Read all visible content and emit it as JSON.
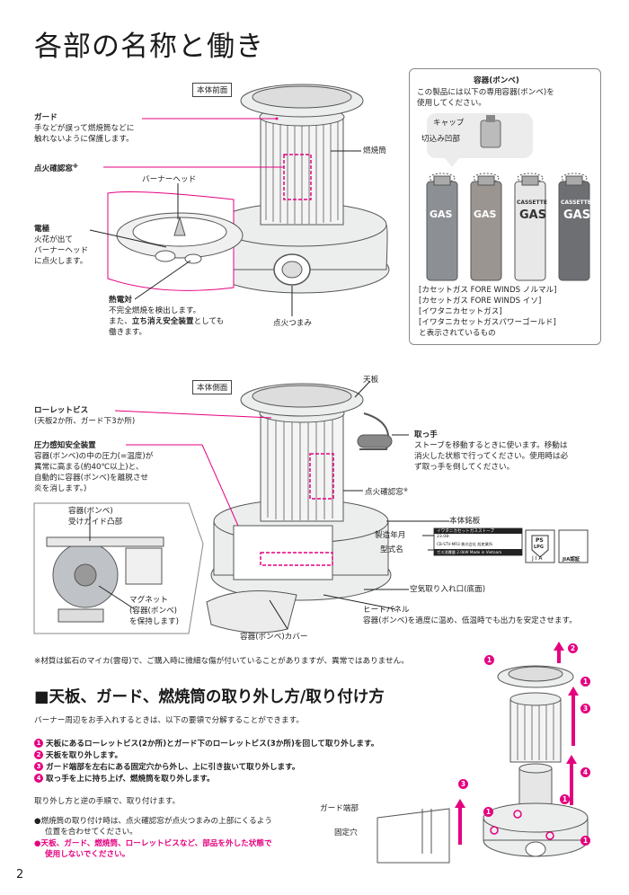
{
  "page": {
    "title": "各部の名称と働き",
    "page_number": "2"
  },
  "front": {
    "box_label": "本体前面",
    "guard_title": "ガード",
    "guard_desc1": "手などが誤って燃焼筒などに",
    "guard_desc2": "触れないように保護します。",
    "ignition_window": "点火確認窓",
    "asterisk": "※",
    "burner_head": "バーナーヘッド",
    "electrode_title": "電極",
    "electrode_desc1": "火花が出て",
    "electrode_desc2": "バーナーヘッド",
    "electrode_desc3": "に点火します。",
    "thermo_title": "熱電対",
    "thermo_desc1": "不完全燃焼を検出します。",
    "thermo_desc2a": "また、",
    "thermo_desc2b": "立ち消え安全装置",
    "thermo_desc2c": "としても",
    "thermo_desc3": "働きます。",
    "combustion_tube": "燃焼筒",
    "ignition_knob": "点火つまみ"
  },
  "canister": {
    "title": "容器(ボンベ)",
    "desc1": "この製品には以下の専用容器(ボンベ)を",
    "desc2": "使用してください。",
    "cap": "キャップ",
    "notch": "切込み凹部",
    "line1": "[カセットガス FORE WINDS ノルマル]",
    "line2": "[カセットガス FORE WINDS イソ]",
    "line3": "[イワタニカセットガス]",
    "line4": "[イワタニカセットガスパワーゴールド]",
    "line5": "と表示されているもの",
    "can_text": "GAS",
    "can_text2": "CASSETTE"
  },
  "side": {
    "box_label": "本体側面",
    "top_plate": "天板",
    "screw_title": "ローレットビス",
    "screw_desc": "(天板2か所、ガード下3か所)",
    "pressure_title": "圧力感知安全装置",
    "pressure_desc1": "容器(ボンベ)の中の圧力(=温度)が",
    "pressure_desc2": "異常に高まる(約40℃以上)と、",
    "pressure_desc3": "自動的に容器(ボンベ)を離脱させ",
    "pressure_desc4": "炎を消します。)",
    "handle_title": "取っ手",
    "handle_desc1": "ストーブを移動するときに使います。移動は",
    "handle_desc2": "消火した状態で行ってください。使用時は必",
    "handle_desc3": "ず取っ手を倒してください。",
    "ignition_window": "点火確認窓",
    "asterisk": "※",
    "guide1": "容器(ボンベ)",
    "guide2": "受けガイド凸部",
    "magnet1": "マグネット",
    "magnet2": "(容器(ボンベ)",
    "magnet3": "を保持します)",
    "nameplate": "本体銘板",
    "mfg_date": "製造年月",
    "model_name": "型式名",
    "air_intake": "空気取り入れ口(底面)",
    "heat_panel_title": "ヒートパネル",
    "heat_panel_desc": "容器(ボンベ)を適度に温め、低温時でも出力を安定させます。",
    "cover": "容器(ボンベ)カバー",
    "plate_line1": "イワタニカセットガスストーブ",
    "plate_line2": "23.08-",
    "plate_line3": "CB-STV-MR3  株式会社 旭産業所",
    "plate_line4": "ガス消費量  2.0kW  Made in Vietnam",
    "ps_mark": "PS",
    "lpg_mark": "LPG",
    "jia": "J I A",
    "jia2": "JIA認証"
  },
  "note": {
    "text": "※材質は鉱石のマイカ(雲母)で、ご購入時に微細な傷が付いていることがありますが、異常ではありません。"
  },
  "removal": {
    "heading": "■天板、ガード、燃焼筒の取り外し方/取り付け方",
    "intro": "バーナー周辺をお手入れするときは、以下の要領で分解することができます。",
    "step1": "天板にあるローレットビス(2か所)とガード下のローレットビス(3か所)を回して取り外します。",
    "step2": "天板を取り外します。",
    "step3": "ガード端部を左右にある固定穴から外し、上に引き抜いて取り外します。",
    "step4": "取っ手を上に持ち上げ、燃焼筒を取り外します。",
    "reverse": "取り外し方と逆の手順で、取り付けます。",
    "bullet1a": "●燃焼筒の取り付け時は、点火確認窓が点火つまみの上部にくるよう",
    "bullet1b": "位置を合わせてください。",
    "bullet2a": "●天板、ガード、燃焼筒、ローレットビスなど、部品を外した状態で",
    "bullet2b": "使用しないでください。",
    "guard_end": "ガード端部",
    "fix_hole": "固定穴",
    "n1": "1",
    "n2": "2",
    "n3": "3",
    "n4": "4"
  }
}
